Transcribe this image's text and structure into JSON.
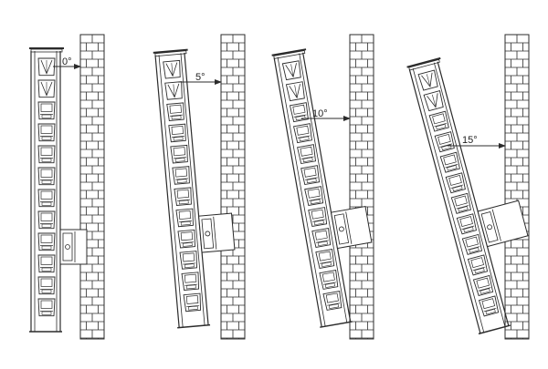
{
  "figure": {
    "colors": {
      "line": "#2b2b2b",
      "brick_fill": "#ffffff",
      "background": "#ffffff"
    },
    "panels": [
      {
        "angle_label": "0°",
        "tilt_deg": 0
      },
      {
        "angle_label": "5°",
        "tilt_deg": 5
      },
      {
        "angle_label": "10°",
        "tilt_deg": 10
      },
      {
        "angle_label": "15°",
        "tilt_deg": 15
      }
    ]
  }
}
